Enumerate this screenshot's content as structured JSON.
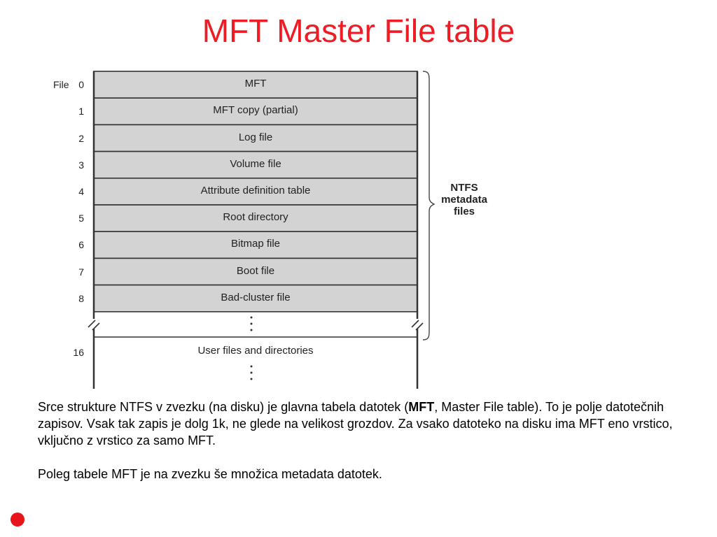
{
  "title": "MFT Master File table",
  "diagram": {
    "file_label": "File",
    "rows": [
      {
        "num": "0",
        "label": "MFT"
      },
      {
        "num": "1",
        "label": "MFT copy (partial)"
      },
      {
        "num": "2",
        "label": "Log file"
      },
      {
        "num": "3",
        "label": "Volume file"
      },
      {
        "num": "4",
        "label": "Attribute definition table"
      },
      {
        "num": "5",
        "label": "Root directory"
      },
      {
        "num": "6",
        "label": "Bitmap file"
      },
      {
        "num": "7",
        "label": "Boot file"
      },
      {
        "num": "8",
        "label": "Bad-cluster file"
      }
    ],
    "user_row": {
      "num": "16",
      "label": "User files and directories"
    },
    "brace_label": [
      "NTFS",
      "metadata",
      "files"
    ],
    "colors": {
      "cell_fill": "#d3d3d3",
      "line": "#333333"
    }
  },
  "text": {
    "p1_before": "Srce strukture NTFS v zvezku (na disku) je glavna tabela datotek (",
    "p1_bold": "MFT",
    "p1_after": ", Master File table).  To je polje datotečnih zapisov. Vsak tak  zapis je dolg 1k, ne glede na velikost grozdov. Za vsako datoteko na disku ima MFT eno vrstico, vključno z vrstico za samo MFT.",
    "p2": "Poleg tabele MFT je na zvezku še množica metadata datotek."
  },
  "colors": {
    "title": "#ee1c24",
    "bullet": "#e8141c"
  }
}
